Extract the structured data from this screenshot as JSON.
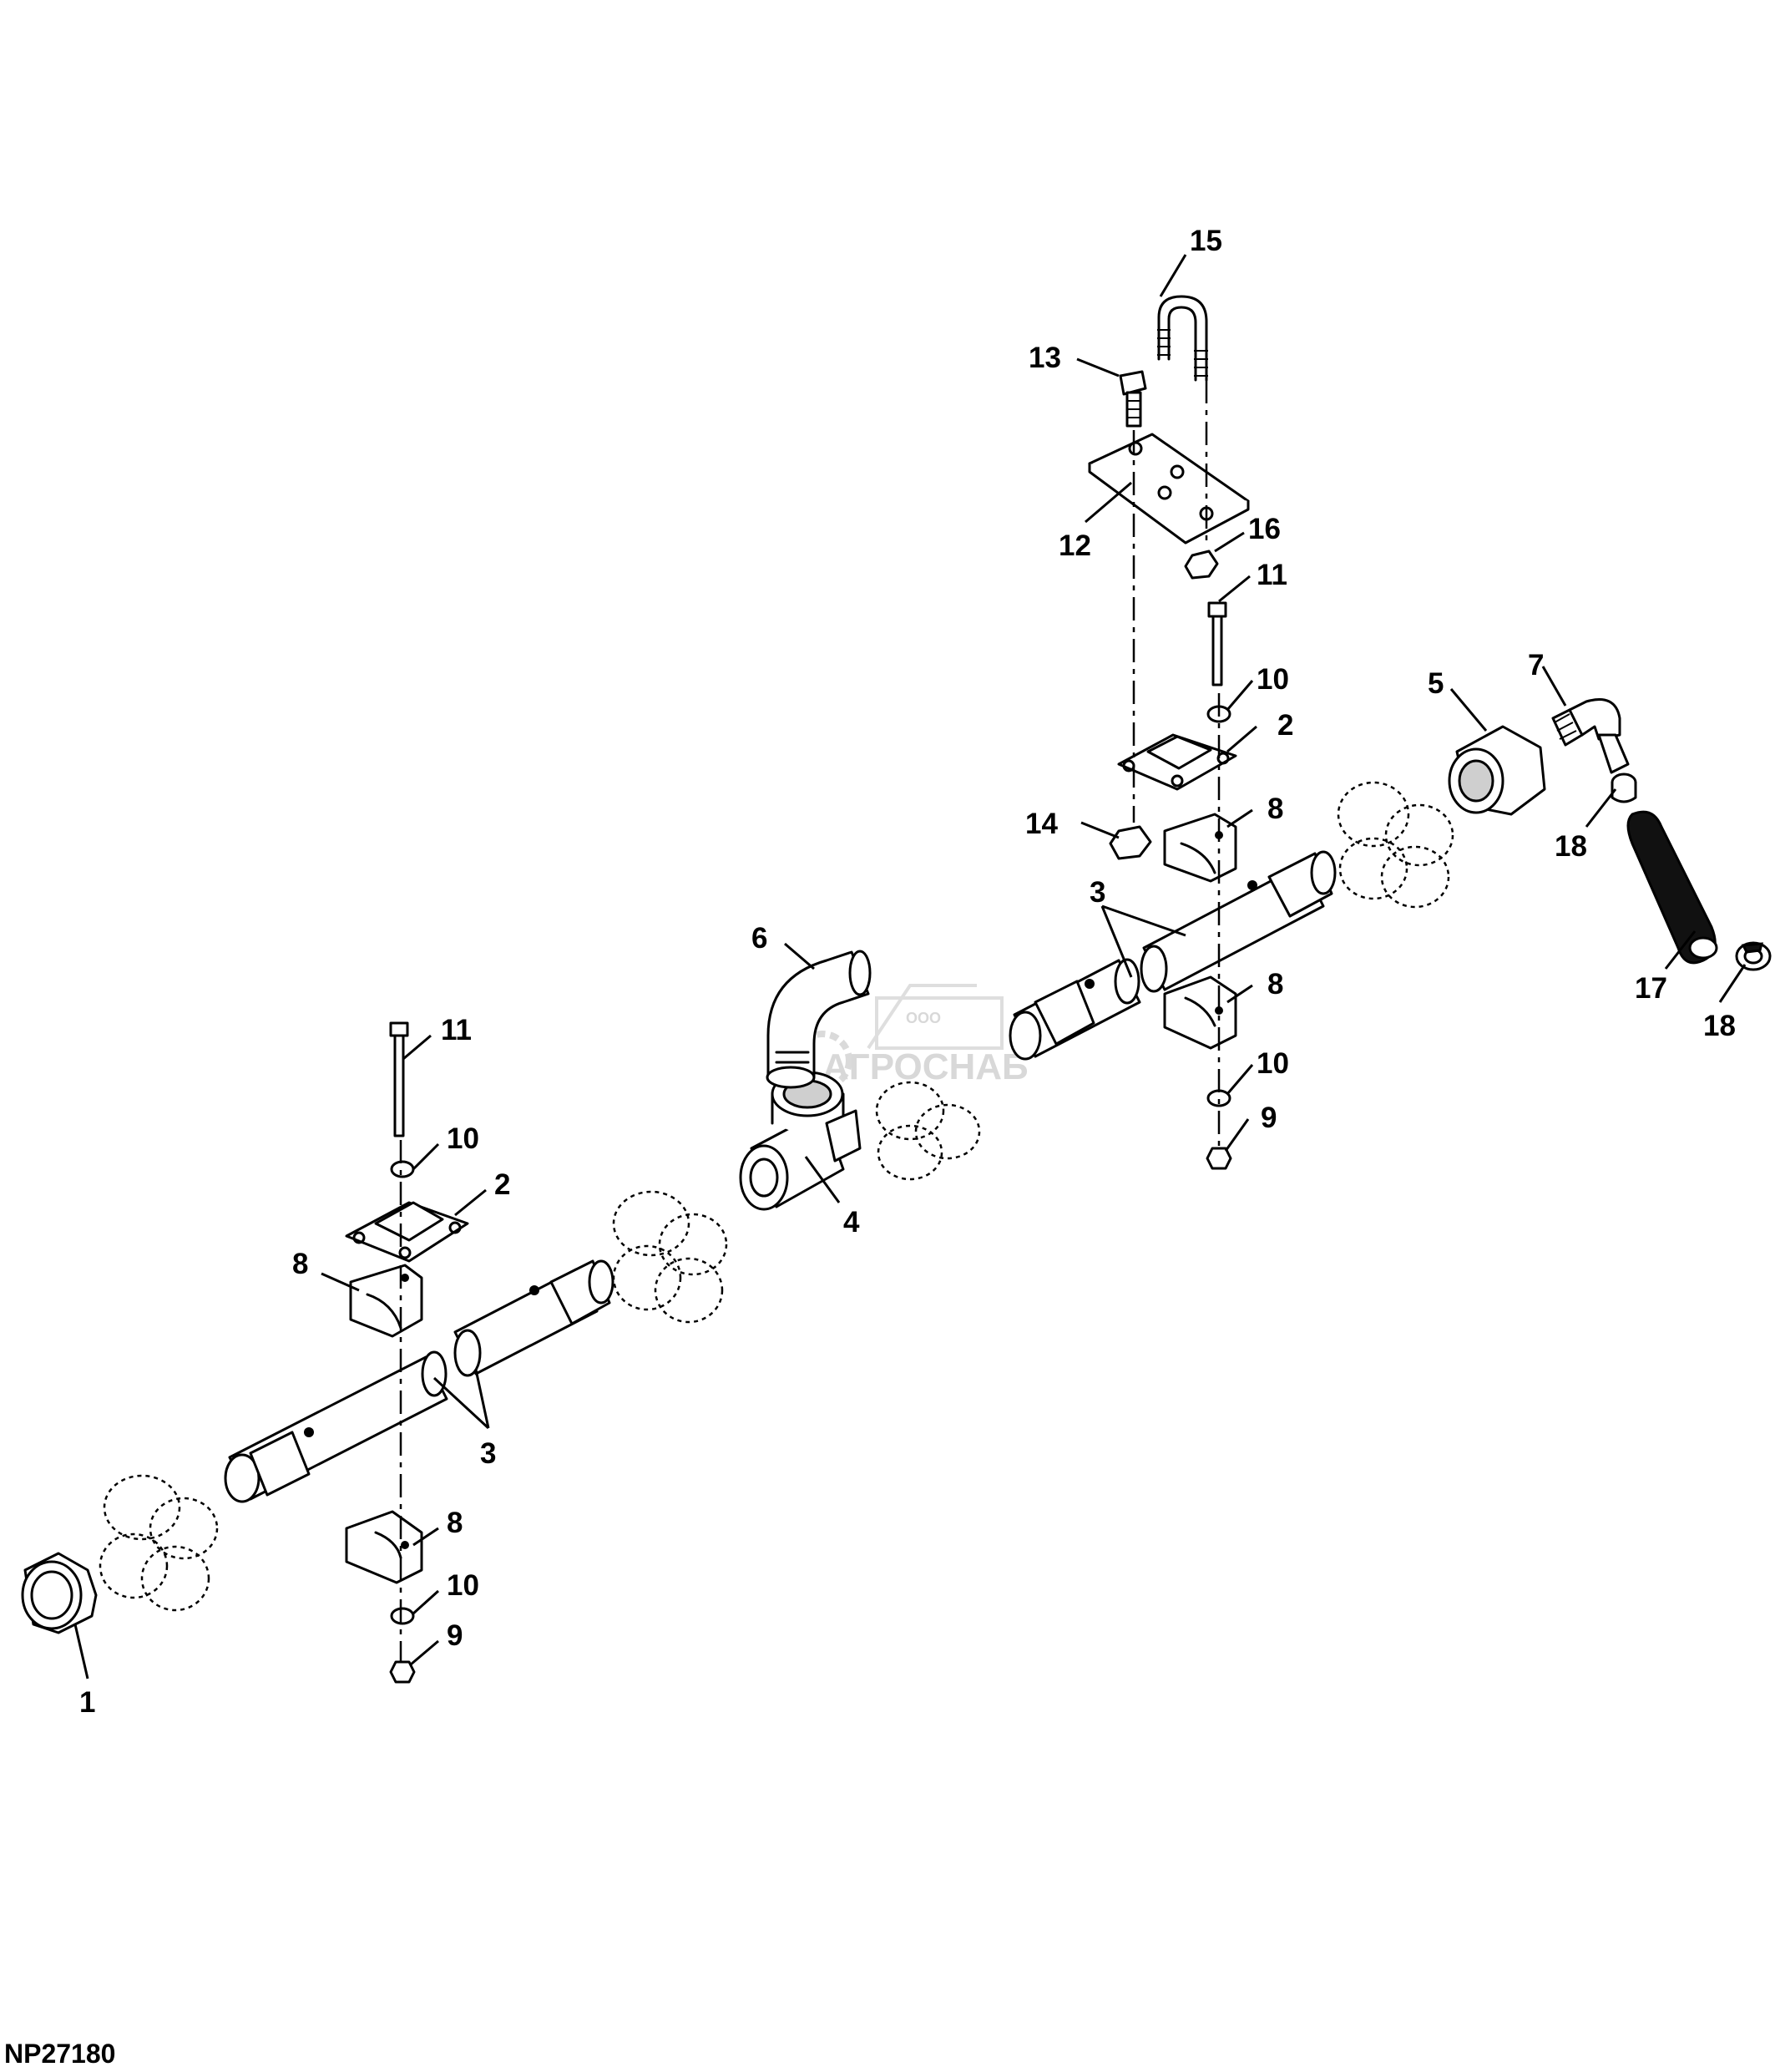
{
  "figure_id": "NP27180",
  "watermark": {
    "small": "ООО",
    "brand": "АГРОСНАБ"
  },
  "callouts": {
    "c1": "1",
    "c2a": "2",
    "c2b": "2",
    "c3a": "3",
    "c3b": "3",
    "c4": "4",
    "c5": "5",
    "c6": "6",
    "c7": "7",
    "c8a": "8",
    "c8b": "8",
    "c8c": "8",
    "c8d": "8",
    "c9a": "9",
    "c9b": "9",
    "c10a": "10",
    "c10b": "10",
    "c10c": "10",
    "c10d": "10",
    "c11a": "11",
    "c11b": "11",
    "c12": "12",
    "c13": "13",
    "c14": "14",
    "c15": "15",
    "c16": "16",
    "c17": "17",
    "c18a": "18",
    "c18b": "18"
  }
}
